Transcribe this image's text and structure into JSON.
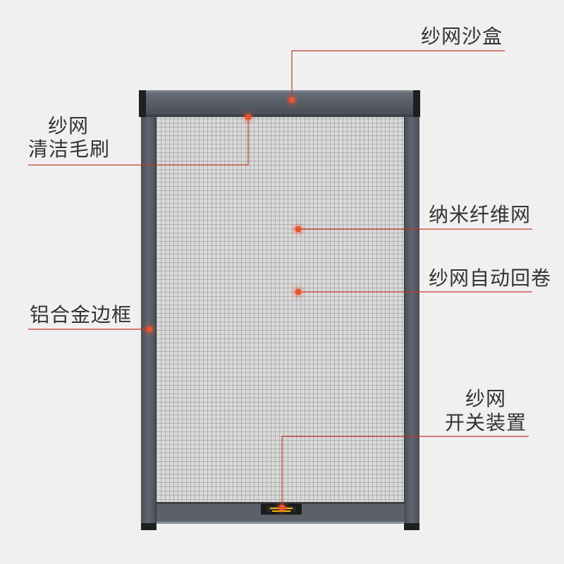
{
  "labels": {
    "screen_box": "纱网沙盒",
    "brush_line1": "纱网",
    "brush_line2": "清洁毛刷",
    "nano_mesh": "纳米纤维网",
    "auto_rewind": "纱网自动回卷",
    "frame": "铝合金边框",
    "switch_line1": "纱网",
    "switch_line2": "开关装置"
  },
  "colors": {
    "background": "#f0f0f0",
    "frame": "#555a63",
    "mesh": "#d9d9d9",
    "marker": "#e8542c",
    "leader_line": "#c0392b",
    "text": "#333333"
  }
}
